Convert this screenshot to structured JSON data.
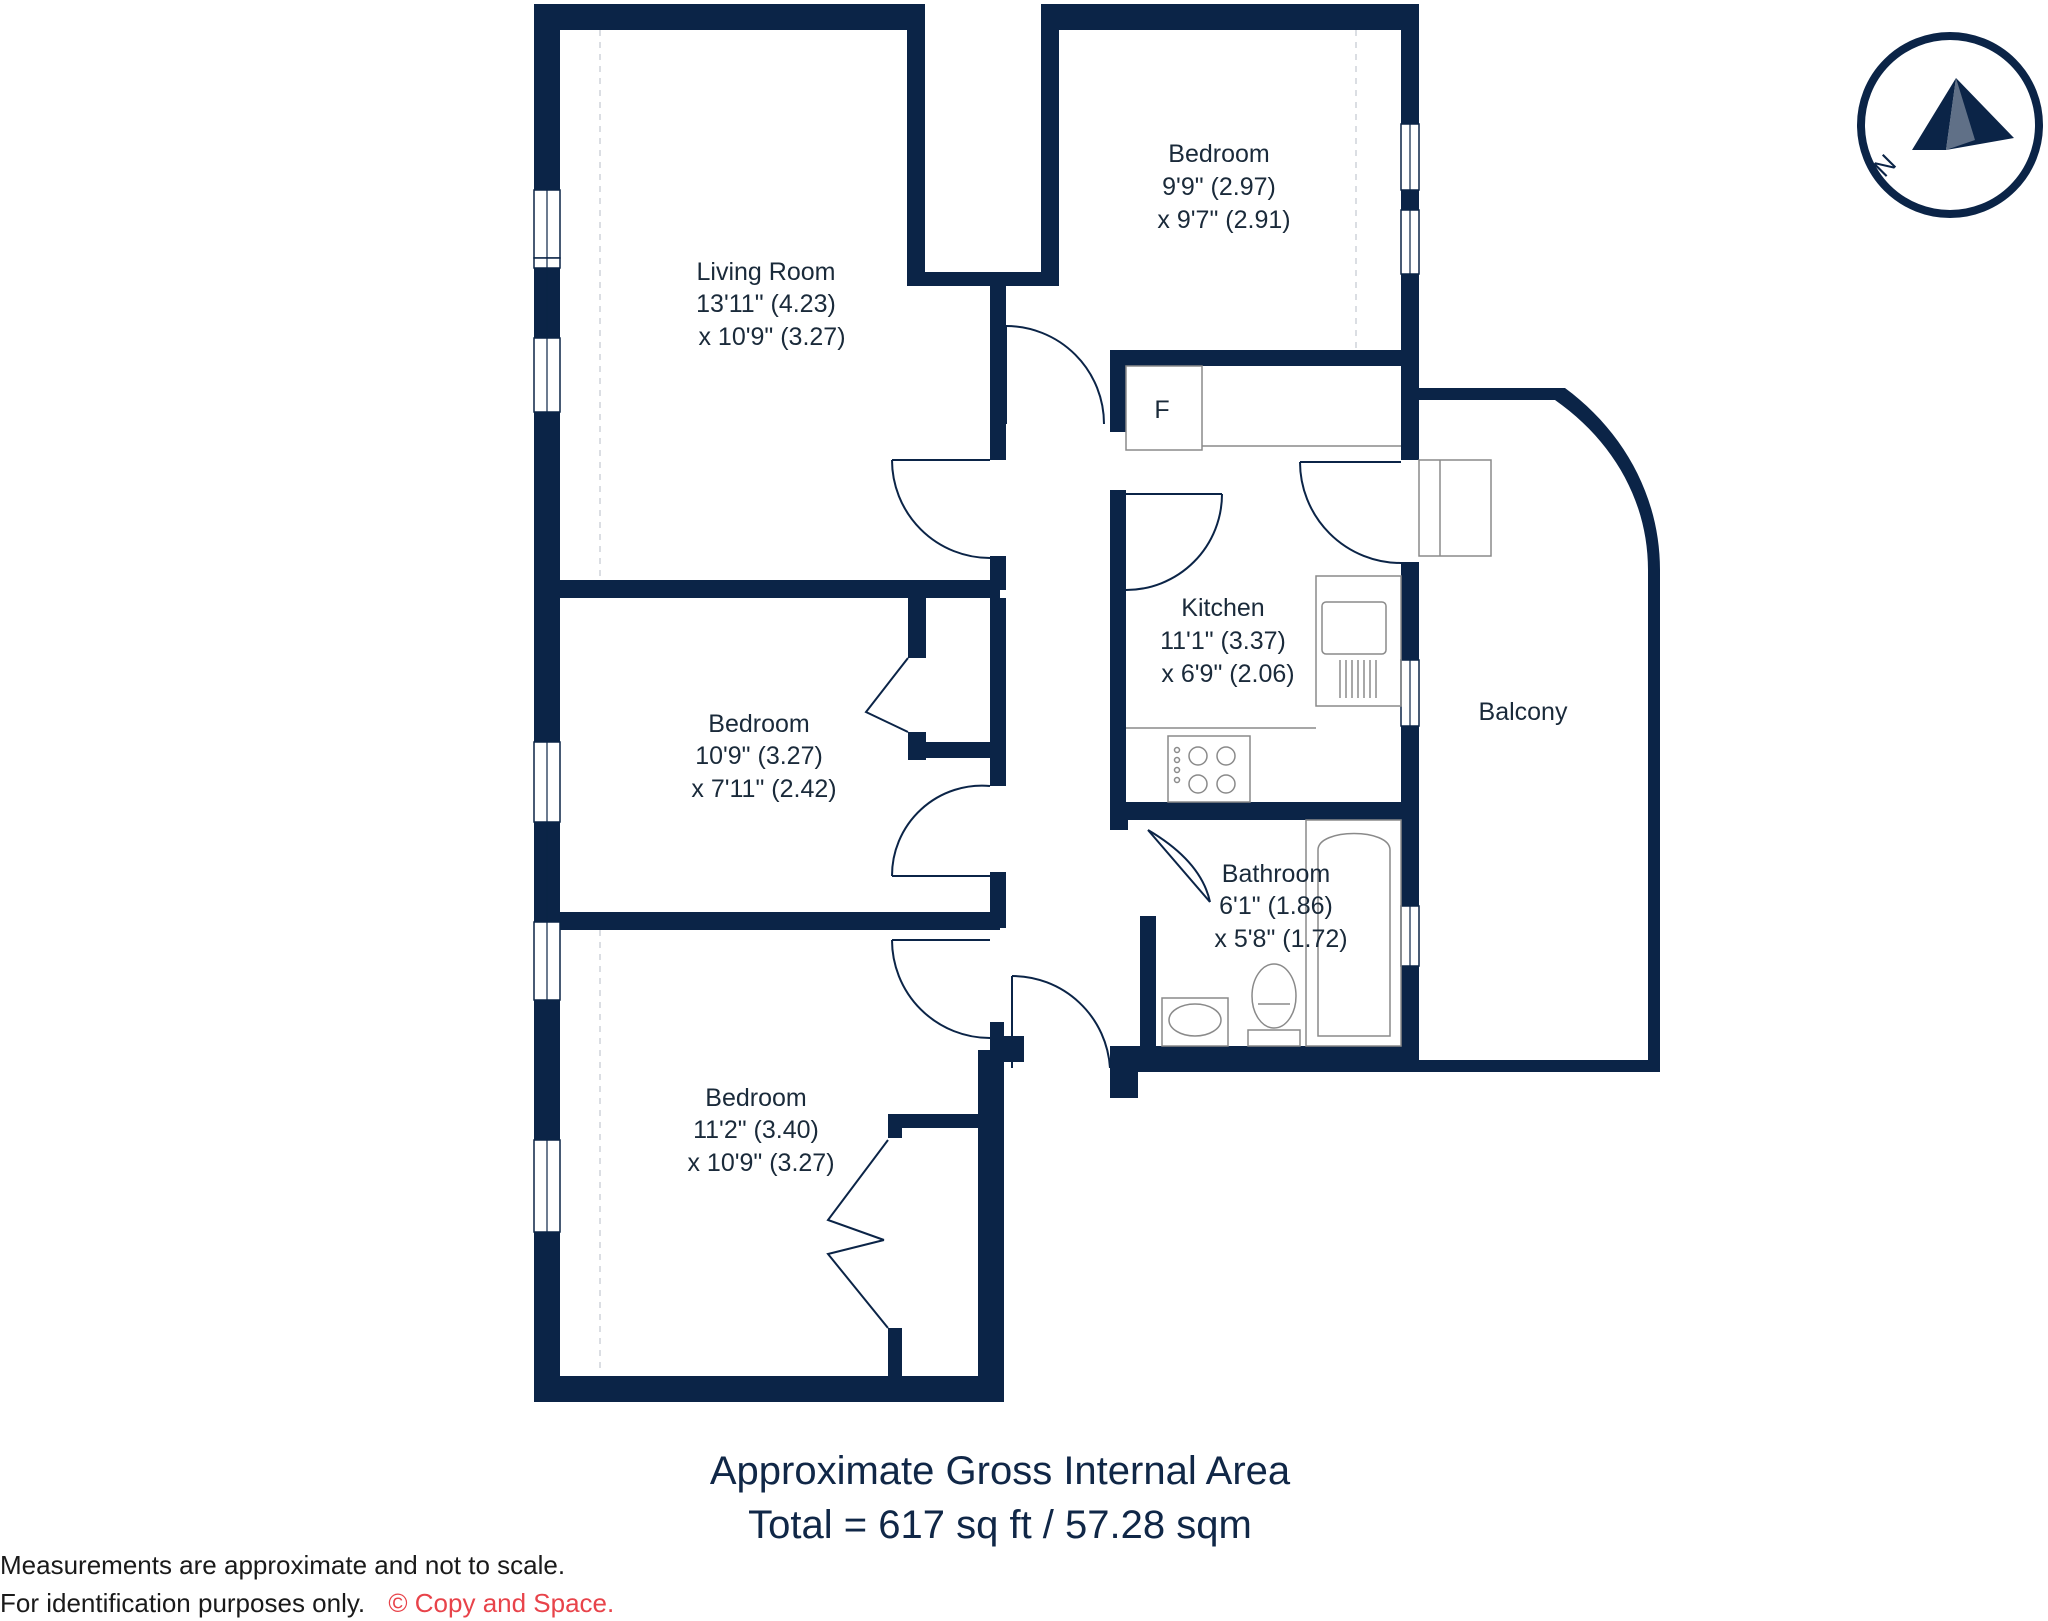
{
  "colors": {
    "wall": "#0b2447",
    "fixture": "#8a8a8a",
    "copyright": "#e8434a"
  },
  "compass": {
    "label": "N",
    "icon": "north-arrow-icon"
  },
  "rooms": {
    "living": {
      "name": "Living Room",
      "dim1": "13'11\" (4.23)",
      "dim2": "x 10'9\" (3.27)"
    },
    "bedroom1": {
      "name": "Bedroom",
      "dim1": "9'9\" (2.97)",
      "dim2": "x 9'7\" (2.91)"
    },
    "bedroom2": {
      "name": "Bedroom",
      "dim1": "10'9\" (3.27)",
      "dim2": "x 7'11\" (2.42)"
    },
    "bedroom3": {
      "name": "Bedroom",
      "dim1": "11'2\" (3.40)",
      "dim2": "x 10'9\" (3.27)"
    },
    "kitchen": {
      "name": "Kitchen",
      "dim1": "11'1\" (3.37)",
      "dim2": "x 6'9\" (2.06)"
    },
    "bathroom": {
      "name": "Bathroom",
      "dim1": "6'1\" (1.86)",
      "dim2": "x 5'8\" (1.72)"
    },
    "balcony": {
      "name": "Balcony"
    },
    "fridge": {
      "label": "F"
    }
  },
  "area": {
    "title": "Approximate Gross Internal Area",
    "total": "Total = 617 sq ft / 57.28 sqm"
  },
  "footer": {
    "line1": "Measurements are approximate and not to scale.",
    "line2": "For identification purposes only.",
    "copyright": "© Copy and Space."
  }
}
